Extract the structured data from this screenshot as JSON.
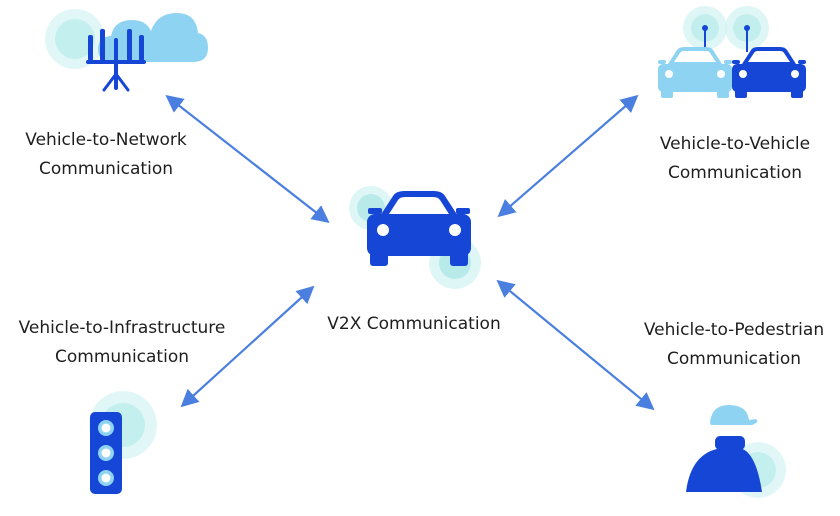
{
  "colors": {
    "arrow": "#4a7fe0",
    "dark_blue": "#1546d6",
    "light_blue": "#8fd3f2",
    "glow": "#c9f0f0"
  },
  "center": {
    "label": "V2X Communication",
    "icon": "car-icon"
  },
  "nodes": [
    {
      "id": "network",
      "line1": "Vehicle-to-Network",
      "line2": "Communication",
      "icon": "cell-tower-cloud-icon"
    },
    {
      "id": "vehicle",
      "line1": "Vehicle-to-Vehicle",
      "line2": "Communication",
      "icon": "two-cars-icon"
    },
    {
      "id": "infrastructure",
      "line1": "Vehicle-to-Infrastructure",
      "line2": "Communication",
      "icon": "traffic-light-icon"
    },
    {
      "id": "pedestrian",
      "line1": "Vehicle-to-Pedestrian",
      "line2": "Communication",
      "icon": "pedestrian-icon"
    }
  ]
}
